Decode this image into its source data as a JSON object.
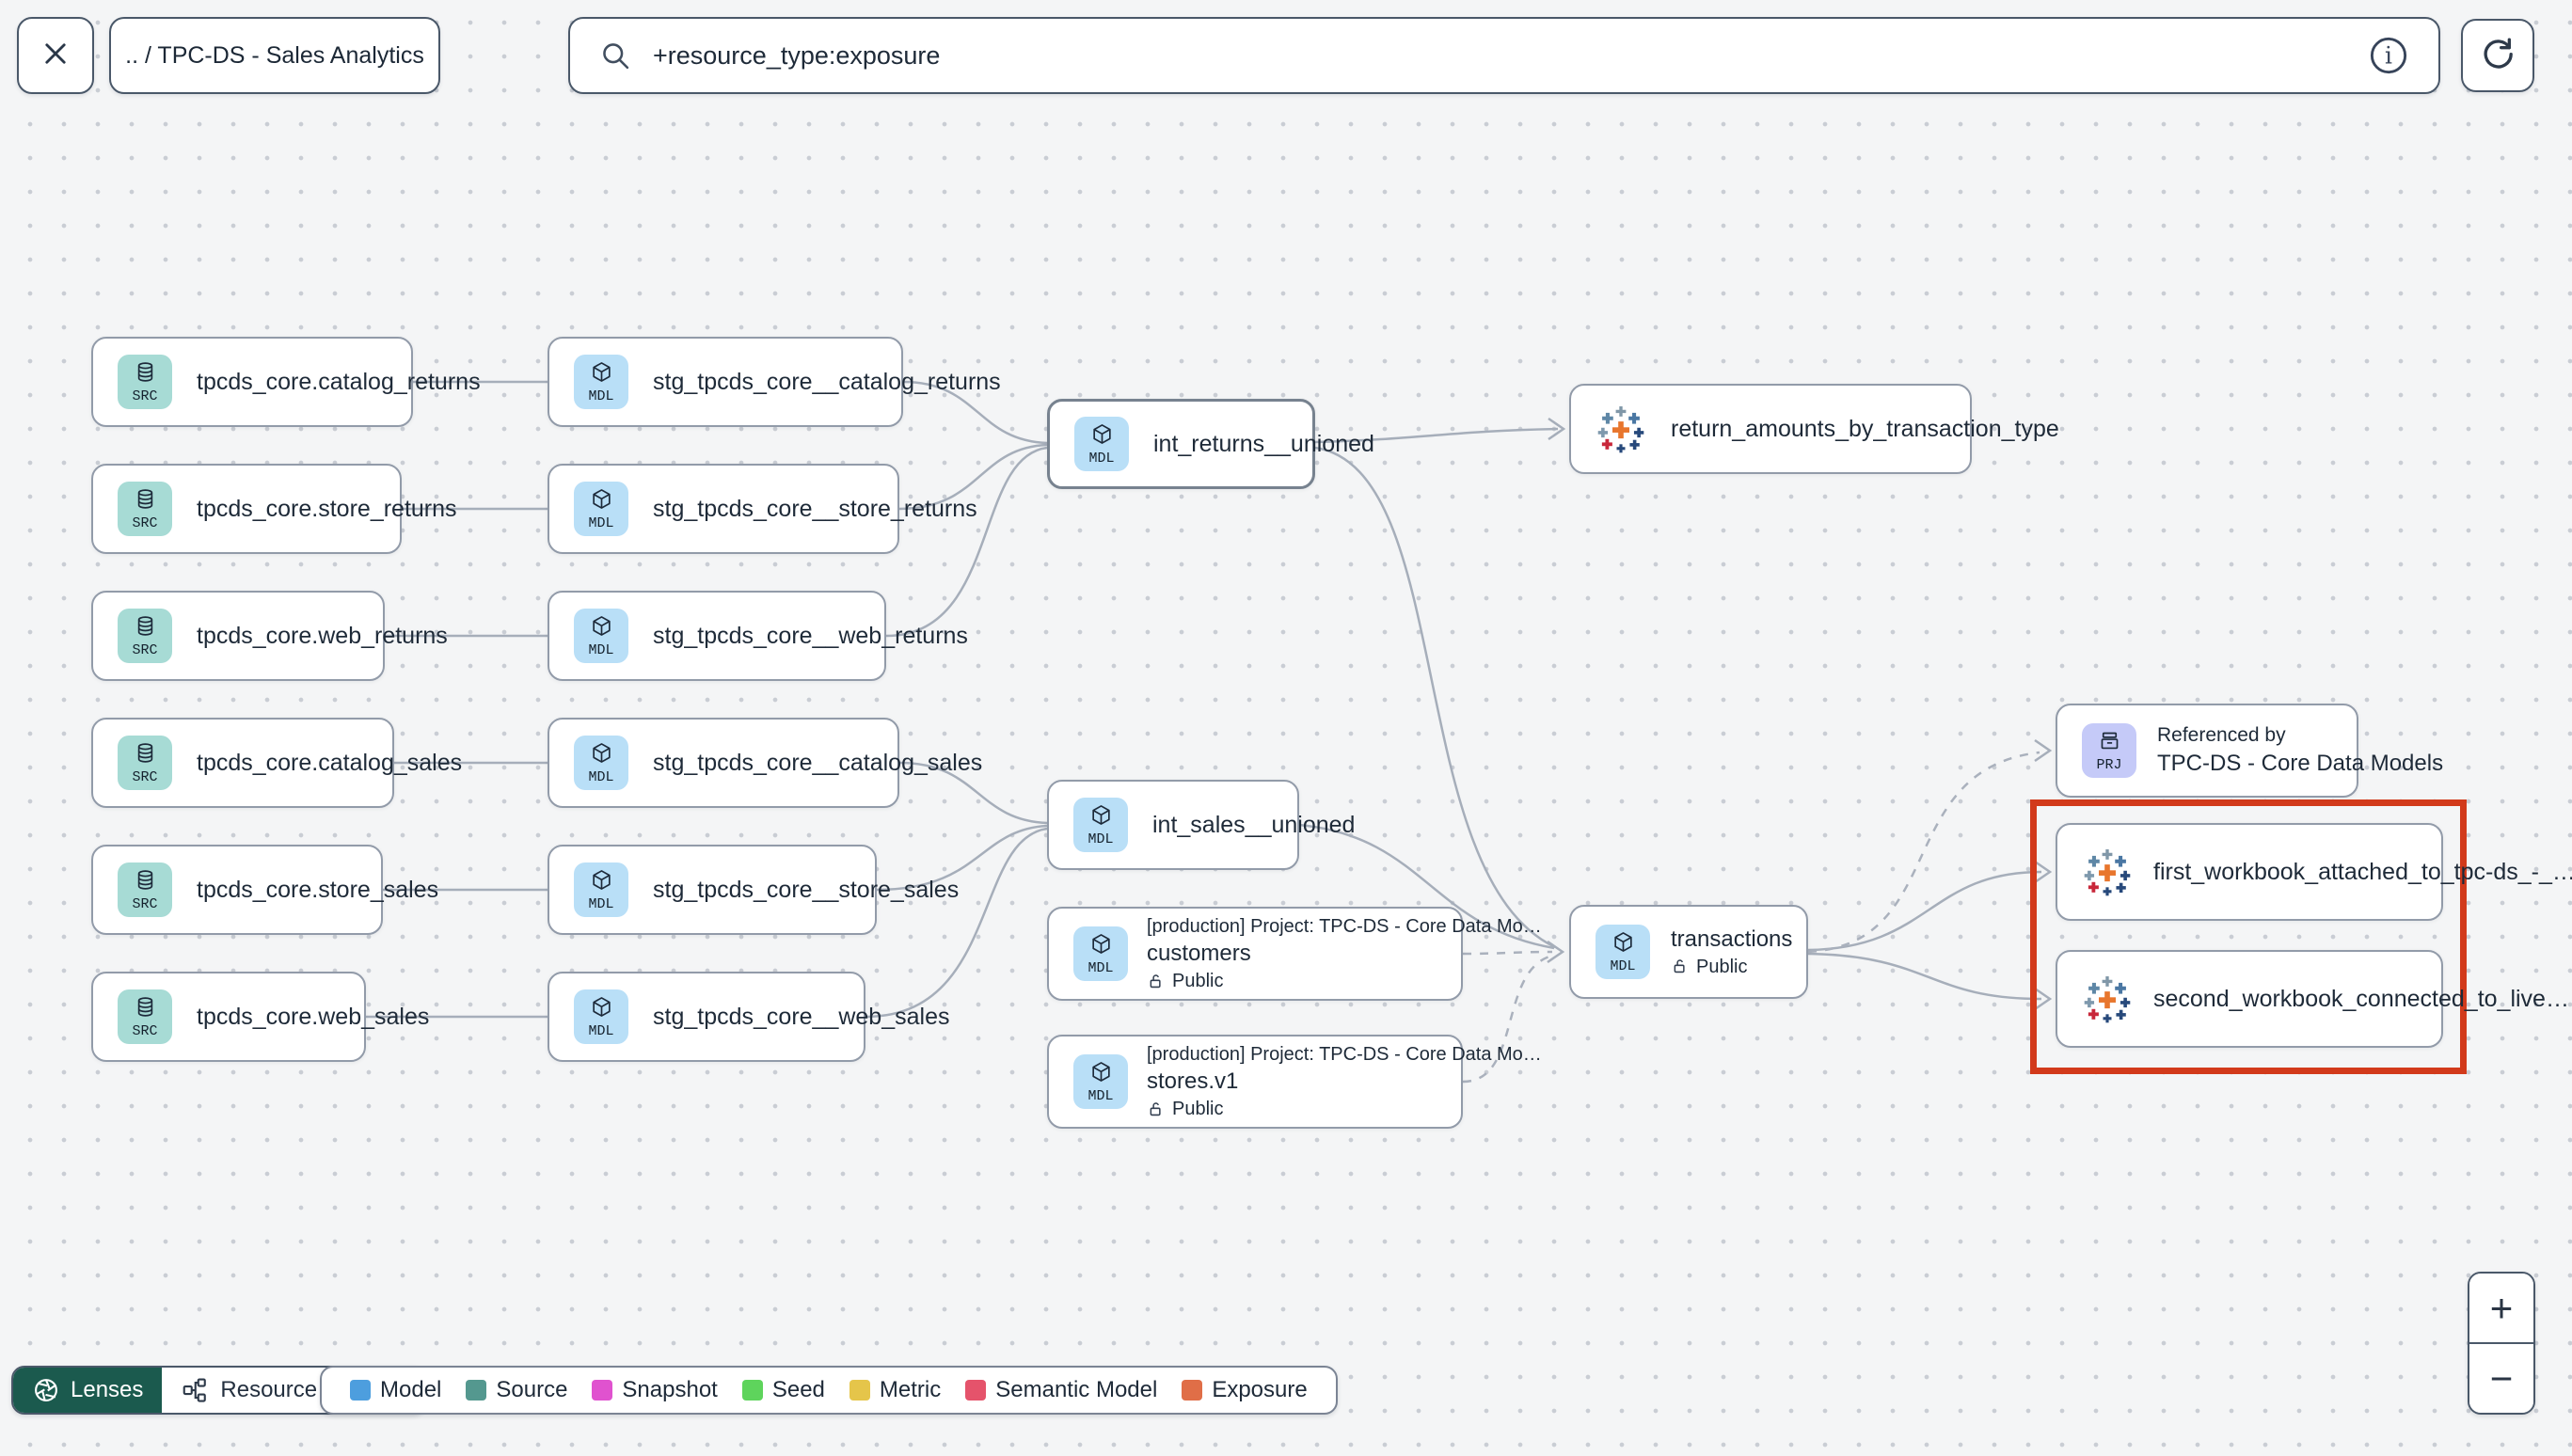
{
  "topbar": {
    "breadcrumb": ".. / TPC-DS - Sales Analytics",
    "search_value": "+resource_type:exposure"
  },
  "icons": {
    "close": "x-cross",
    "search": "magnifier",
    "info": "circled-i",
    "refresh": "circular-arrow",
    "lenses": "aperture",
    "resource_type": "sitemap-squares",
    "chevron": "chevron-down",
    "source_chip": "database-cylinder",
    "model_chip": "cube",
    "project_chip": "archive-box",
    "access": "open-padlock",
    "exposure": "tableau-logo"
  },
  "graph": {
    "badges": {
      "source": "SRC",
      "model": "MDL",
      "project": "PRJ"
    },
    "sources": [
      {
        "label": "tpcds_core.catalog_returns"
      },
      {
        "label": "tpcds_core.store_returns"
      },
      {
        "label": "tpcds_core.web_returns"
      },
      {
        "label": "tpcds_core.catalog_sales"
      },
      {
        "label": "tpcds_core.store_sales"
      },
      {
        "label": "tpcds_core.web_sales"
      }
    ],
    "stg_models": [
      {
        "label": "stg_tpcds_core__catalog_returns"
      },
      {
        "label": "stg_tpcds_core__store_returns"
      },
      {
        "label": "stg_tpcds_core__web_returns"
      },
      {
        "label": "stg_tpcds_core__catalog_sales"
      },
      {
        "label": "stg_tpcds_core__store_sales"
      },
      {
        "label": "stg_tpcds_core__web_sales"
      }
    ],
    "int_models": [
      {
        "label": "int_returns__unioned"
      },
      {
        "label": "int_sales__unioned"
      }
    ],
    "exposures": [
      {
        "label": "return_amounts_by_transaction_type"
      },
      {
        "label": "first_workbook_attached_to_tpc-ds_-_…"
      },
      {
        "label": "second_workbook_connected_to_live…"
      }
    ],
    "cross_project_models": [
      {
        "project_line": "[production] Project: TPC-DS - Core Data Mo…",
        "name": "customers",
        "access": "Public"
      },
      {
        "project_line": "[production] Project: TPC-DS - Core Data Mo…",
        "name": "stores.v1",
        "access": "Public"
      }
    ],
    "transactions": {
      "name": "transactions",
      "access": "Public"
    },
    "referenced_by": {
      "title": "Referenced by",
      "name": "TPC-DS - Core Data Models"
    }
  },
  "legend": {
    "items": [
      {
        "label": "Model",
        "color": "#4d9ede"
      },
      {
        "label": "Source",
        "color": "#54988f"
      },
      {
        "label": "Snapshot",
        "color": "#e052cf"
      },
      {
        "label": "Seed",
        "color": "#5ed45c"
      },
      {
        "label": "Metric",
        "color": "#e5c54a"
      },
      {
        "label": "Semantic Model",
        "color": "#e5536b"
      },
      {
        "label": "Exposure",
        "color": "#e06e47"
      }
    ]
  },
  "controls": {
    "lenses": "Lenses",
    "resource_type": "Resource type",
    "zoom_in": "+",
    "zoom_out": "−"
  },
  "colors": {
    "highlight_box": "#d23a1b",
    "lenses_bg": "#1b5a4e",
    "src_chip": "#a7dbd5",
    "mdl_chip": "#b9dff7",
    "prj_chip": "#c5caf8"
  }
}
